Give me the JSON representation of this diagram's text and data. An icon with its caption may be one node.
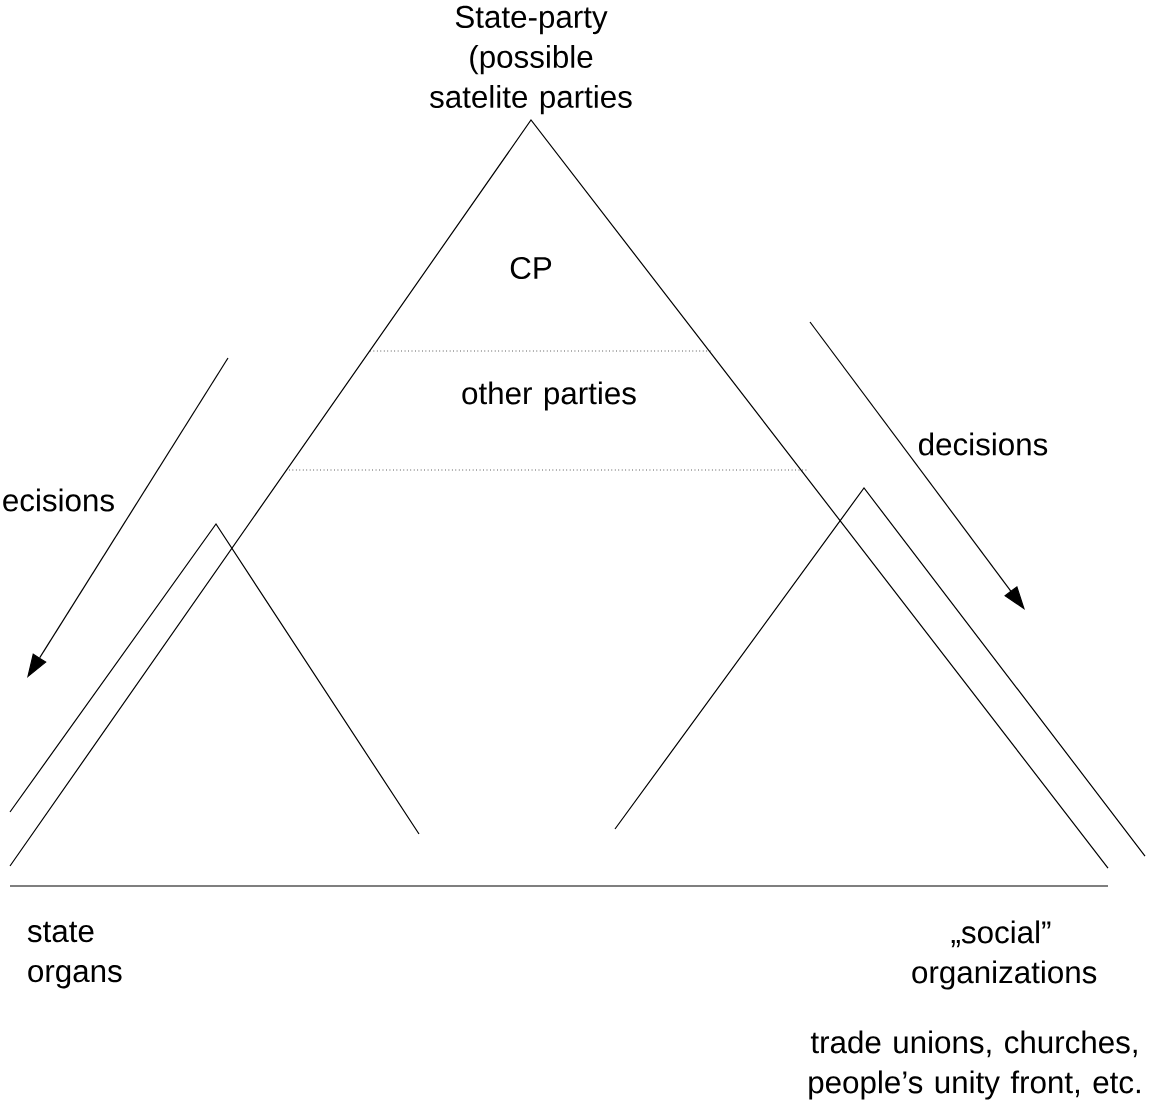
{
  "diagram": {
    "nodes": [
      {
        "text": [
          "State-party (possible satelite parties"
        ]
      },
      {
        "text": [
          "CP"
        ],
        "in": 0
      },
      {
        "text": [
          "other parties"
        ],
        "in": 0
      },
      {
        "text": [
          "state organs"
        ]
      },
      {
        "text": [
          "„social” organizations",
          "trade unions, churches, people’s unity front, etc."
        ]
      }
    ],
    "labels": [
      "decisions",
      "ecisions"
    ]
  }
}
